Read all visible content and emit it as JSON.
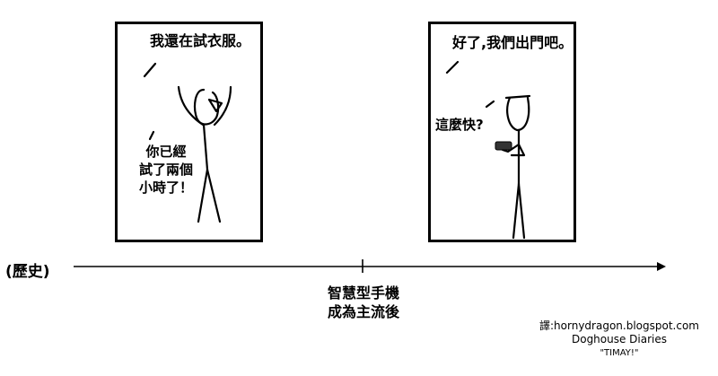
{
  "panel1": {
    "speech": "我還在試衣服。",
    "reply_lines": [
      "你已經",
      "試了兩個",
      "小時了！"
    ]
  },
  "panel2": {
    "speech": "好了,我們出門吧。",
    "reply": "這麼快?"
  },
  "timeline": {
    "start_label": "(歷史)",
    "event_lines": [
      "智慧型手機",
      "成為主流後"
    ]
  },
  "credits": {
    "translator": "譯:hornydragon.blogspot.com",
    "source": "Doghouse Diaries",
    "title": "\"TIMAY!\""
  }
}
